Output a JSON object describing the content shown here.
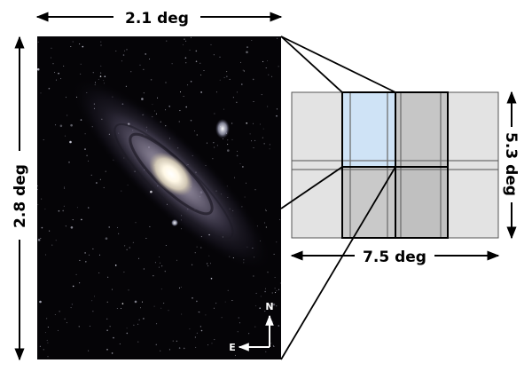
{
  "labels": {
    "image_width": "2.1 deg",
    "image_height": "2.8 deg",
    "mosaic_width": "7.5 deg",
    "mosaic_height": "5.3 deg",
    "north": "N",
    "east": "E"
  },
  "colors": {
    "sky": "#050407",
    "highlight_field": "#cfe3f6",
    "light_field": "#e3e3e3",
    "dark_field": "#c5c5c5",
    "outline": "#000000",
    "grid_line": "#6f6f6f"
  },
  "icons": {
    "galaxy": "galaxy-image",
    "compass": "compass-arrows"
  }
}
